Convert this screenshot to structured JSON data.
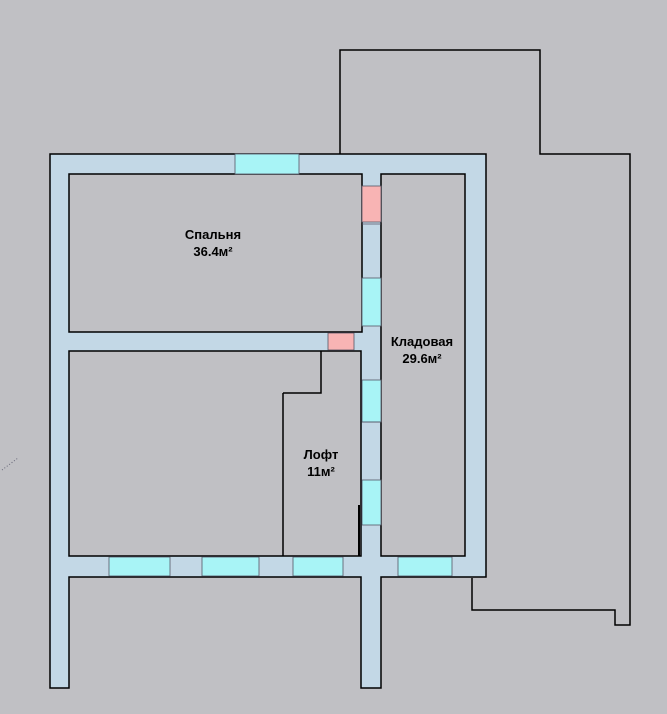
{
  "colors": {
    "background": "#c0c0c4",
    "wall_fill": "#c3d8e6",
    "outline": "#000000",
    "window": "#a8f4f6",
    "door": "#f8b4b4",
    "room_fill": "#c0c0c4"
  },
  "rooms": [
    {
      "id": "bedroom",
      "name": "Спальня",
      "area": "36.4м²"
    },
    {
      "id": "storage",
      "name": "Кладовая",
      "area": "29.6м²"
    },
    {
      "id": "loft",
      "name": "Лофт",
      "area": "11м²"
    }
  ]
}
